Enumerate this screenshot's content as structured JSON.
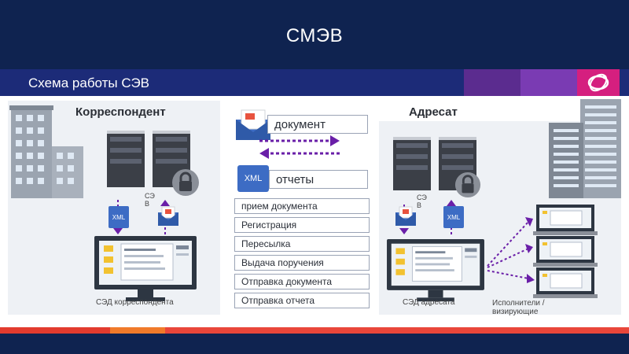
{
  "slide": {
    "title": "СМЭВ"
  },
  "scheme": {
    "title": "Схема работы СЭВ"
  },
  "correspondent": {
    "heading": "Корреспондент",
    "sev_label": "СЭ\nВ",
    "sed_label": "СЭД корреспондента",
    "xml_label": "XML"
  },
  "addressee": {
    "heading": "Адресат",
    "sev_label": "СЭ\nВ",
    "sed_label": "СЭД адресата",
    "performers_label": "Исполнители /\nвизирующие",
    "xml_label": "XML"
  },
  "exchange": {
    "document_label": "документ",
    "reports_label": "отчеты",
    "xml_label": "XML"
  },
  "steps": [
    "прием документа",
    "Регистрация",
    "Пересылка",
    "Выдача поручения",
    "Отправка документа",
    "Отправка отчета"
  ],
  "colors": {
    "accent_purple": "#7a2fbf",
    "arrow_purple": "#6a1fa8",
    "logo_pink": "#d51f7f",
    "navy": "#0f2350",
    "bar_blue": "#1c2b78"
  }
}
